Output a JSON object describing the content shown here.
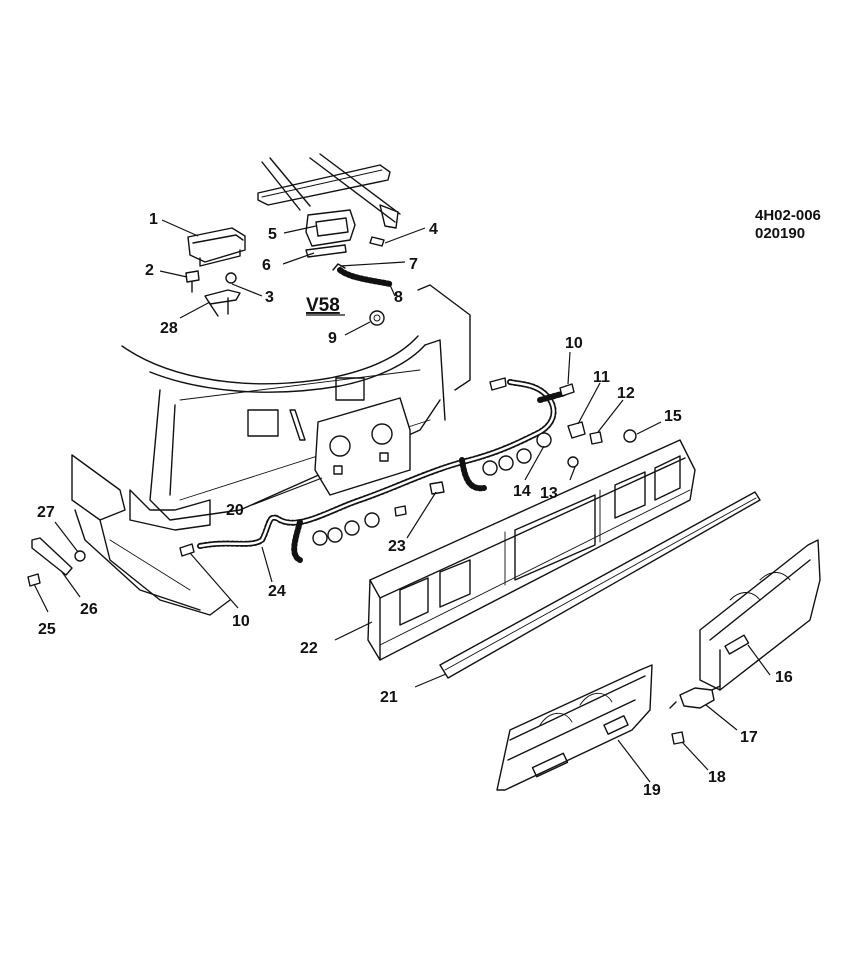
{
  "drawing": {
    "code": "4H02-006",
    "date": "020190",
    "option_label": "V58"
  },
  "callouts": [
    {
      "num": "1"
    },
    {
      "num": "2"
    },
    {
      "num": "3"
    },
    {
      "num": "4"
    },
    {
      "num": "5"
    },
    {
      "num": "6"
    },
    {
      "num": "7"
    },
    {
      "num": "8"
    },
    {
      "num": "9"
    },
    {
      "num": "10"
    },
    {
      "num": "10"
    },
    {
      "num": "11"
    },
    {
      "num": "12"
    },
    {
      "num": "13"
    },
    {
      "num": "14"
    },
    {
      "num": "15"
    },
    {
      "num": "16"
    },
    {
      "num": "17"
    },
    {
      "num": "18"
    },
    {
      "num": "19"
    },
    {
      "num": "20"
    },
    {
      "num": "21"
    },
    {
      "num": "22"
    },
    {
      "num": "23"
    },
    {
      "num": "24"
    },
    {
      "num": "25"
    },
    {
      "num": "26"
    },
    {
      "num": "27"
    },
    {
      "num": "28"
    }
  ]
}
